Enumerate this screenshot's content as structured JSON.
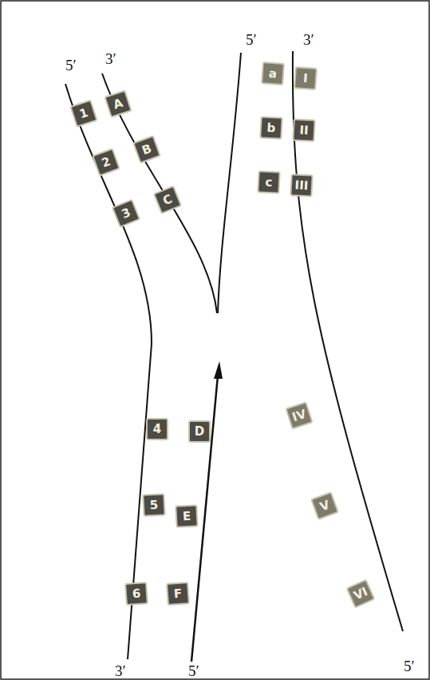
{
  "diagram": {
    "nodes": [
      {
        "text": [
          "1"
        ]
      },
      {
        "text": [
          "A"
        ]
      },
      {
        "text": [
          "a"
        ]
      },
      {
        "text": [
          "I"
        ]
      },
      {
        "text": [
          "2"
        ]
      },
      {
        "text": [
          "B"
        ]
      },
      {
        "text": [
          "b"
        ]
      },
      {
        "text": [
          "II"
        ]
      },
      {
        "text": [
          "3"
        ]
      },
      {
        "text": [
          "C"
        ]
      },
      {
        "text": [
          "c"
        ]
      },
      {
        "text": [
          "III"
        ]
      },
      {
        "text": [
          "4"
        ]
      },
      {
        "text": [
          "D"
        ]
      },
      {
        "text": [
          "IV"
        ]
      },
      {
        "text": [
          "5"
        ]
      },
      {
        "text": [
          "E"
        ]
      },
      {
        "text": [
          "V"
        ]
      },
      {
        "text": [
          "6"
        ]
      },
      {
        "text": [
          "F"
        ]
      },
      {
        "text": [
          "VI"
        ]
      }
    ],
    "labels": [
      "5′",
      "3′",
      "5′",
      "3′",
      "3′",
      "5′",
      "5′"
    ]
  }
}
